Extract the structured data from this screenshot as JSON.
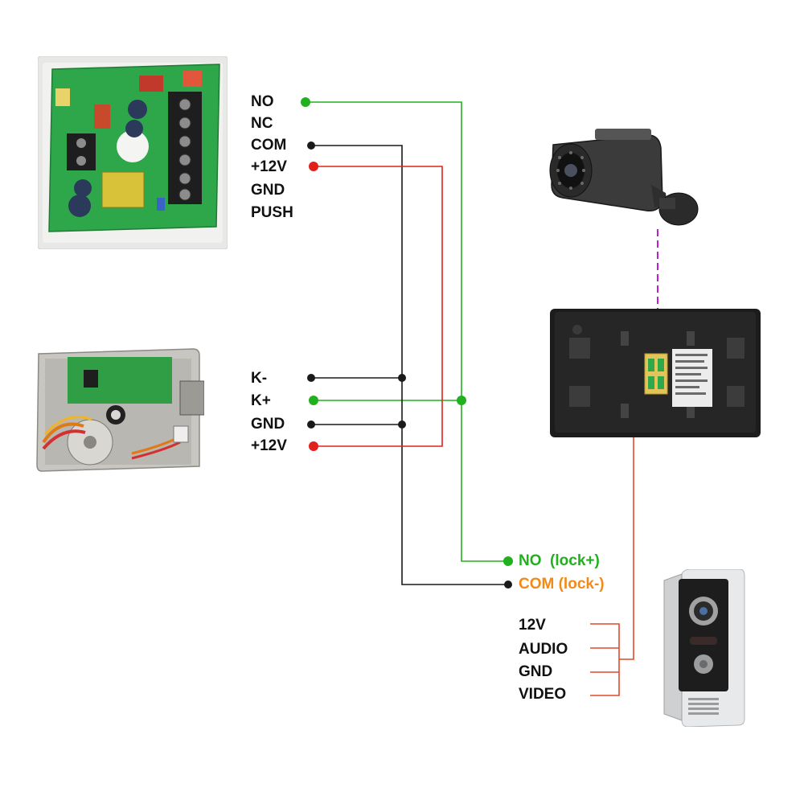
{
  "controller_terminals": [
    "NO",
    "NC",
    "COM",
    "+12V",
    "GND",
    "PUSH"
  ],
  "lock_terminals": [
    "K-",
    "K+",
    "GND",
    "+12V"
  ],
  "monitor_lock_terminals": {
    "no": "NO  (lock+)",
    "com": "COM (lock-)"
  },
  "doorbell_terminals": [
    "12V",
    "AUDIO",
    "GND",
    "VIDEO"
  ],
  "colors": {
    "green_wire": "#22b01e",
    "black_wire": "#1a1a1a",
    "red_wire": "#e0221c",
    "orange_wire": "#e04a2a",
    "camera_link": "#c21bd1",
    "no_label": "#22b01e",
    "com_label": "#f28a1a"
  },
  "icons": {
    "controller": "power-supply-board-icon",
    "lock": "electric-lock-icon",
    "camera": "cctv-camera-icon",
    "monitor": "indoor-monitor-icon",
    "doorbell": "doorbell-camera-icon"
  }
}
